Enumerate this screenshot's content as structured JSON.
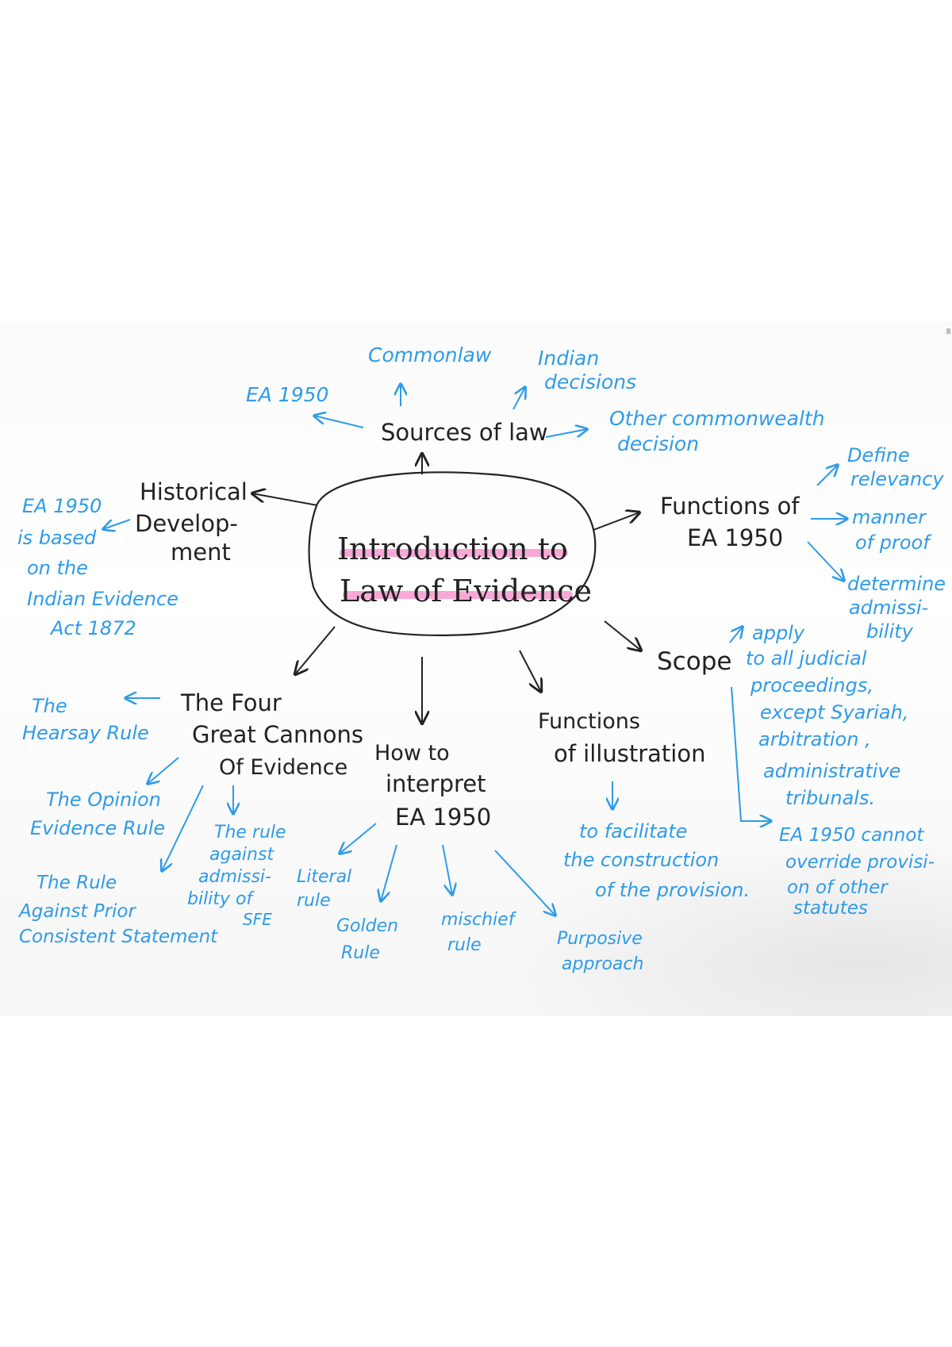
{
  "colors": {
    "ink": "#222222",
    "note": "#2e9be8",
    "highlight": "#f58bc8"
  },
  "center": {
    "line1": "Introduction to",
    "line2": "Law of Evidence"
  },
  "branches": {
    "sources": "Sources of law",
    "historical": {
      "l1": "Historical",
      "l2": "Develop-",
      "l3": "ment"
    },
    "functions": {
      "l1": "Functions of",
      "l2": "EA 1950"
    },
    "scope": "Scope",
    "four": {
      "l1": "The Four",
      "l2": "Great Cannons",
      "l3": "Of Evidence"
    },
    "interpret": {
      "l1": "How to",
      "l2": "interpret",
      "l3": "EA 1950"
    },
    "illustration": {
      "l1": "Functions",
      "l2": "of illustration"
    }
  },
  "notes": {
    "commonlaw": "Commonlaw",
    "indian": {
      "l1": "Indian",
      "l2": "decisions"
    },
    "ea1950": "EA 1950",
    "other": {
      "l1": "Other commonwealth",
      "l2": "decision"
    },
    "based": {
      "l1": "EA 1950",
      "l2": "is based",
      "l3": "on the",
      "l4": "Indian Evidence",
      "l5": "Act 1872"
    },
    "define": {
      "l1": "Define",
      "l2": "relevancy"
    },
    "manner": {
      "l1": "manner",
      "l2": "of proof"
    },
    "determine": {
      "l1": "determine",
      "l2": "admissi-",
      "l3": "bility"
    },
    "apply": {
      "l1": "apply",
      "l2": "to all judicial",
      "l3": "proceedings,",
      "l4": "except Syariah,",
      "l5": "arbitration ,",
      "l6": "administrative",
      "l7": "tribunals."
    },
    "override": {
      "l1": "EA 1950 cannot",
      "l2": "override provisi-",
      "l3": "on of other",
      "l4": "statutes"
    },
    "hearsay": {
      "l1": "The",
      "l2": "Hearsay Rule"
    },
    "opinion": {
      "l1": "The Opinion",
      "l2": "Evidence Rule"
    },
    "rule_against": {
      "l1": "The rule",
      "l2": "against",
      "l3": "admissi-",
      "l4": "bility of",
      "l5": "SFE"
    },
    "prior": {
      "l1": "The Rule",
      "l2": "Against Prior",
      "l3": "Consistent Statement"
    },
    "literal": {
      "l1": "Literal",
      "l2": "rule"
    },
    "golden": {
      "l1": "Golden",
      "l2": "Rule"
    },
    "mischief": {
      "l1": "mischief",
      "l2": "rule"
    },
    "purposive": {
      "l1": "Purposive",
      "l2": "approach"
    },
    "facilitate": {
      "l1": "to facilitate",
      "l2": "the construction",
      "l3": "of the provision."
    }
  }
}
